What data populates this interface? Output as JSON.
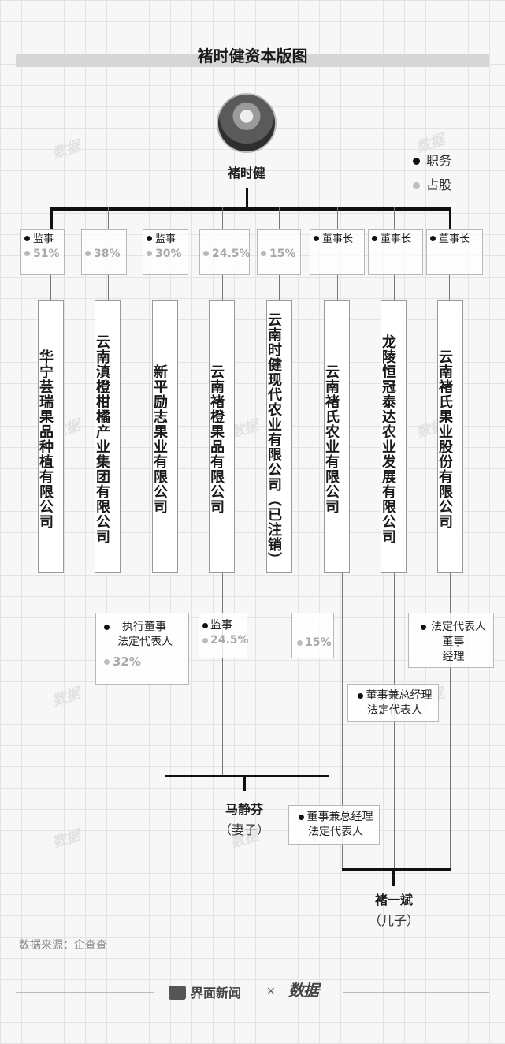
{
  "title": "褚时健资本版图",
  "person": {
    "name": "褚时健"
  },
  "legend": {
    "role": "职务",
    "share": "占股"
  },
  "top_boxes": [
    {
      "role": "监事",
      "share": "51%"
    },
    {
      "role": "",
      "share": "38%"
    },
    {
      "role": "监事",
      "share": "30%"
    },
    {
      "role": "",
      "share": "24.5%"
    },
    {
      "role": "",
      "share": "15%"
    },
    {
      "role": "董事长",
      "share": ""
    },
    {
      "role": "董事长",
      "share": ""
    },
    {
      "role": "董事长",
      "share": ""
    }
  ],
  "companies": [
    "华宁芸瑞果品种植有限公司",
    "云南滇橙柑橘产业集团有限公司",
    "新平励志果业有限公司",
    "云南褚橙果品有限公司",
    "云南时健现代农业有限公司（已注销）",
    "云南褚氏农业有限公司",
    "龙陵恒冠泰达农业发展有限公司",
    "云南褚氏果业股份有限公司"
  ],
  "wife_boxes": [
    {
      "role1": "执行董事",
      "role2": "法定代表人",
      "share": "32%"
    },
    {
      "role1": "监事",
      "share": "24.5%"
    },
    {
      "share": "15%"
    }
  ],
  "son_boxes": [
    {
      "role1": "法定代表人",
      "role2": "董事",
      "role3": "经理"
    },
    {
      "role1": "董事兼总经理",
      "role2": "法定代表人"
    },
    {
      "role1": "董事兼总经理",
      "role2": "法定代表人"
    }
  ],
  "wife": {
    "name": "马静芬",
    "relation": "（妻子）"
  },
  "son": {
    "name": "褚一斌",
    "relation": "（儿子）"
  },
  "source": "数据来源：企查查",
  "footer": {
    "brand1": "界面新闻",
    "times": "×",
    "brand2": "数据"
  },
  "watermark": "数据",
  "colors": {
    "line": "#111111",
    "share": "#a8a8a8",
    "grid": "#e3e3e3"
  }
}
